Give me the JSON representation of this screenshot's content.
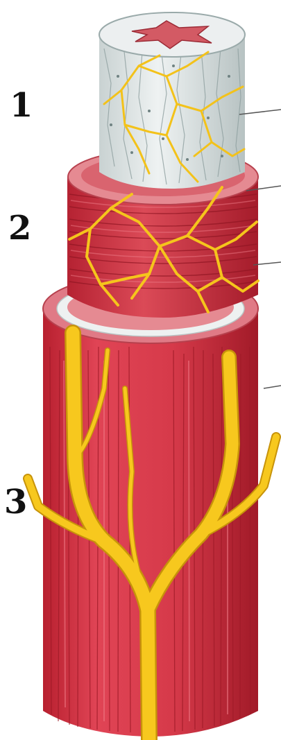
{
  "labels": {
    "one": "1",
    "two": "2",
    "three": "3"
  },
  "colors": {
    "muscle_red": "#d63a4a",
    "muscle_dark": "#a81e2c",
    "muscle_light": "#e56b76",
    "membrane_pink": "#e58a92",
    "membrane_white": "#e8ecec",
    "core_white": "#dfe6e6",
    "core_grey": "#8fa0a0",
    "vessel_yellow": "#f7c81e",
    "vessel_edge": "#c7930a",
    "leader_line": "#555555"
  }
}
